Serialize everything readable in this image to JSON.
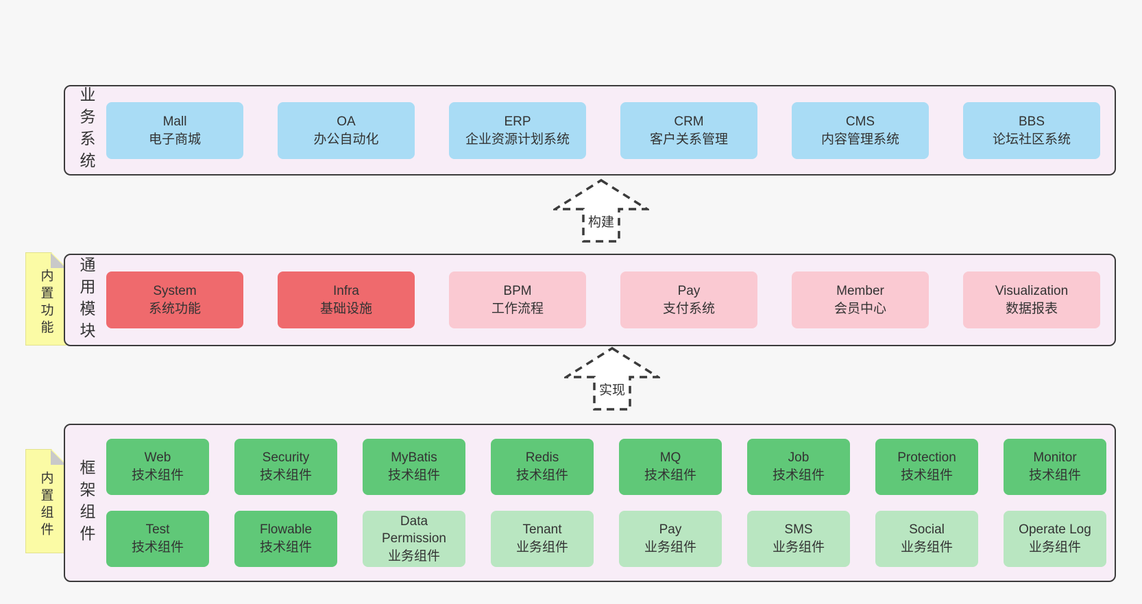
{
  "colors": {
    "page_bg": "#f7f7f7",
    "band_bg": "#f8edf7",
    "band_border": "#3b3b3b",
    "business_blue": "#a9dcf5",
    "module_red": "#ef6a6d",
    "module_pink": "#fac9d2",
    "component_green": "#60c878",
    "component_lightgreen": "#b9e6c1",
    "note_yellow": "#fbfba5",
    "text": "#333333"
  },
  "arrows": [
    {
      "label": "构建"
    },
    {
      "label": "实现"
    }
  ],
  "notes": [
    {
      "text": "内置功能"
    },
    {
      "text": "内置组件"
    }
  ],
  "bands": [
    {
      "label": "业务系统",
      "boxes": [
        {
          "title": "Mall",
          "subtitle": "电子商城",
          "type": "blue"
        },
        {
          "title": "OA",
          "subtitle": "办公自动化",
          "type": "blue"
        },
        {
          "title": "ERP",
          "subtitle": "企业资源计划系统",
          "type": "blue"
        },
        {
          "title": "CRM",
          "subtitle": "客户关系管理",
          "type": "blue"
        },
        {
          "title": "CMS",
          "subtitle": "内容管理系统",
          "type": "blue"
        },
        {
          "title": "BBS",
          "subtitle": "论坛社区系统",
          "type": "blue"
        }
      ]
    },
    {
      "label": "通用模块",
      "boxes": [
        {
          "title": "System",
          "subtitle": "系统功能",
          "type": "red"
        },
        {
          "title": "Infra",
          "subtitle": "基础设施",
          "type": "red"
        },
        {
          "title": "BPM",
          "subtitle": "工作流程",
          "type": "pink"
        },
        {
          "title": "Pay",
          "subtitle": "支付系统",
          "type": "pink"
        },
        {
          "title": "Member",
          "subtitle": "会员中心",
          "type": "pink"
        },
        {
          "title": "Visualization",
          "subtitle": "数据报表",
          "type": "pink"
        }
      ]
    },
    {
      "label": "框架组件",
      "rows": [
        [
          {
            "title": "Web",
            "subtitle": "技术组件",
            "type": "green"
          },
          {
            "title": "Security",
            "subtitle": "技术组件",
            "type": "green"
          },
          {
            "title": "MyBatis",
            "subtitle": "技术组件",
            "type": "green"
          },
          {
            "title": "Redis",
            "subtitle": "技术组件",
            "type": "green"
          },
          {
            "title": "MQ",
            "subtitle": "技术组件",
            "type": "green"
          },
          {
            "title": "Job",
            "subtitle": "技术组件",
            "type": "green"
          },
          {
            "title": "Protection",
            "subtitle": "技术组件",
            "type": "green"
          },
          {
            "title": "Monitor",
            "subtitle": "技术组件",
            "type": "green"
          }
        ],
        [
          {
            "title": "Test",
            "subtitle": "技术组件",
            "type": "green"
          },
          {
            "title": "Flowable",
            "subtitle": "技术组件",
            "type": "green"
          },
          {
            "title": "Data Permission",
            "subtitle": "业务组件",
            "type": "lightgreen"
          },
          {
            "title": "Tenant",
            "subtitle": "业务组件",
            "type": "lightgreen"
          },
          {
            "title": "Pay",
            "subtitle": "业务组件",
            "type": "lightgreen"
          },
          {
            "title": "SMS",
            "subtitle": "业务组件",
            "type": "lightgreen"
          },
          {
            "title": "Social",
            "subtitle": "业务组件",
            "type": "lightgreen"
          },
          {
            "title": "Operate Log",
            "subtitle": "业务组件",
            "type": "lightgreen"
          }
        ]
      ]
    }
  ]
}
